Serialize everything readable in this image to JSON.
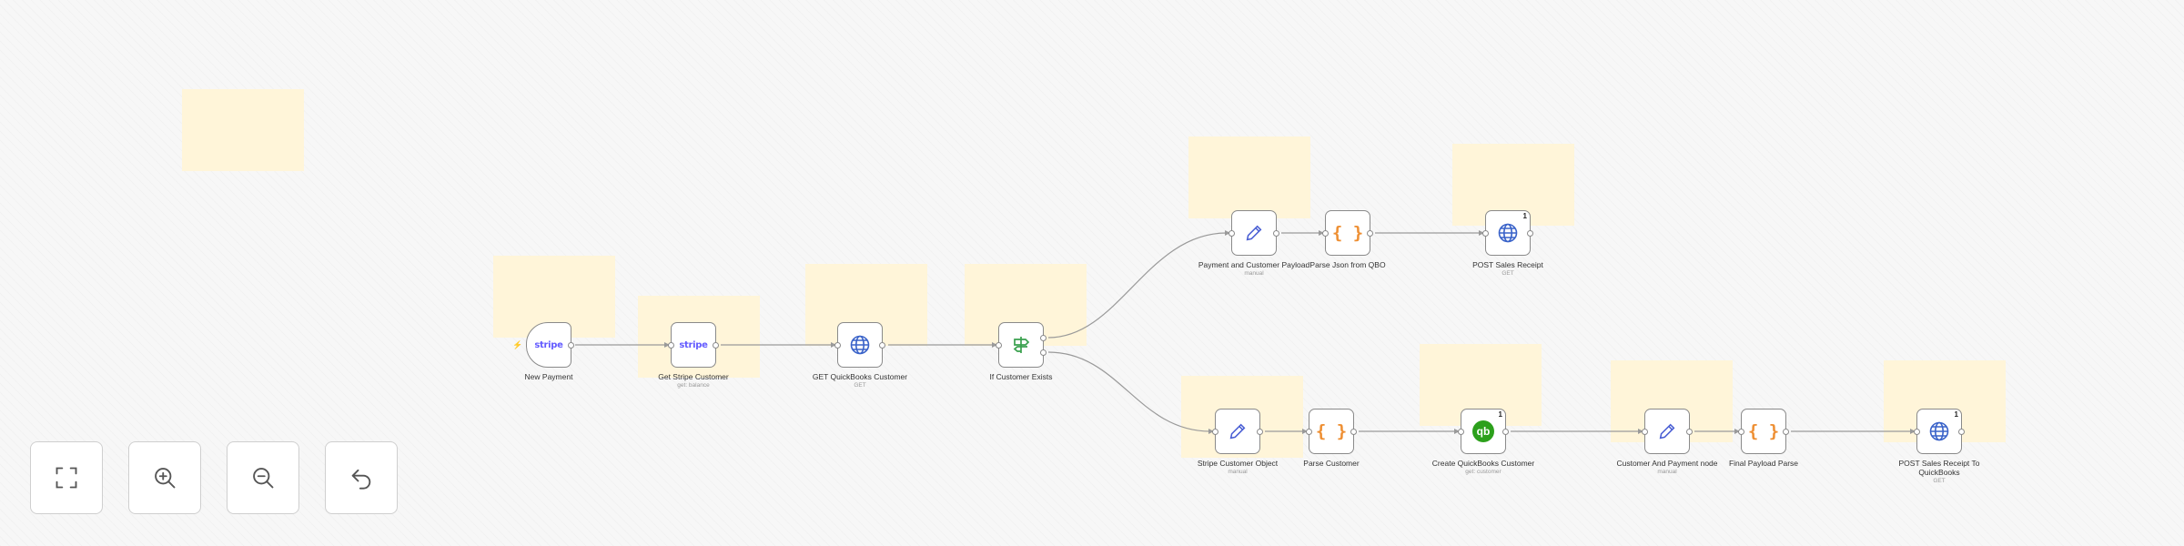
{
  "nodes": {
    "new_payment": {
      "label": "New Payment",
      "icon_text": "stripe",
      "icon": "stripe-icon"
    },
    "get_stripe_customer": {
      "label": "Get Stripe Customer",
      "sub": "get: balance",
      "icon_text": "stripe",
      "icon": "stripe-icon"
    },
    "get_quickbooks_customer": {
      "label": "GET QuickBooks Customer",
      "sub": "GET",
      "icon": "globe-icon"
    },
    "if_customer_exists": {
      "label": "If Customer Exists",
      "icon": "signpost-icon"
    },
    "payment_customer_payload": {
      "label": "Payment and Customer Payload",
      "sub": "manual",
      "icon": "pencil-icon"
    },
    "parse_json_qbo": {
      "label": "Parse Json from QBO",
      "icon_text": "{ }",
      "icon": "braces-icon"
    },
    "post_sales_receipt": {
      "label": "POST Sales Receipt",
      "sub": "GET",
      "badge": "1",
      "icon": "globe-icon"
    },
    "stripe_customer_object": {
      "label": "Stripe Customer Object",
      "sub": "manual",
      "icon": "pencil-icon"
    },
    "parse_customer": {
      "label": "Parse Customer",
      "icon_text": "{ }",
      "icon": "braces-icon"
    },
    "create_quickbooks_customer": {
      "label": "Create QuickBooks Customer",
      "sub": "get: customer",
      "badge": "1",
      "icon_text": "qb",
      "icon": "quickbooks-icon"
    },
    "customer_payment_node": {
      "label": "Customer And Payment node",
      "sub": "manual",
      "icon": "pencil-icon"
    },
    "final_payload_parse": {
      "label": "Final Payload Parse",
      "icon_text": "{ }",
      "icon": "braces-icon"
    },
    "post_sales_receipt_qb": {
      "label": "POST Sales Receipt To QuickBooks",
      "sub": "GET",
      "badge": "1",
      "icon": "globe-icon"
    }
  },
  "controls": [
    {
      "name": "fit-view-button",
      "icon": "fit-view-icon"
    },
    {
      "name": "zoom-in-button",
      "icon": "zoom-in-icon"
    },
    {
      "name": "zoom-out-button",
      "icon": "zoom-out-icon"
    },
    {
      "name": "undo-button",
      "icon": "undo-icon"
    }
  ],
  "colors": {
    "sticky_note": "#fff5d9",
    "node_border": "#8a8a8a",
    "edge": "#9a9a9a",
    "stripe": "#635bff",
    "code": "#ee8f33",
    "pencil": "#4a5fd4",
    "globe": "#3a63c9",
    "if_node": "#3aa14e",
    "quickbooks": "#2ca01c",
    "trigger_marker": "#ff6d5a"
  }
}
